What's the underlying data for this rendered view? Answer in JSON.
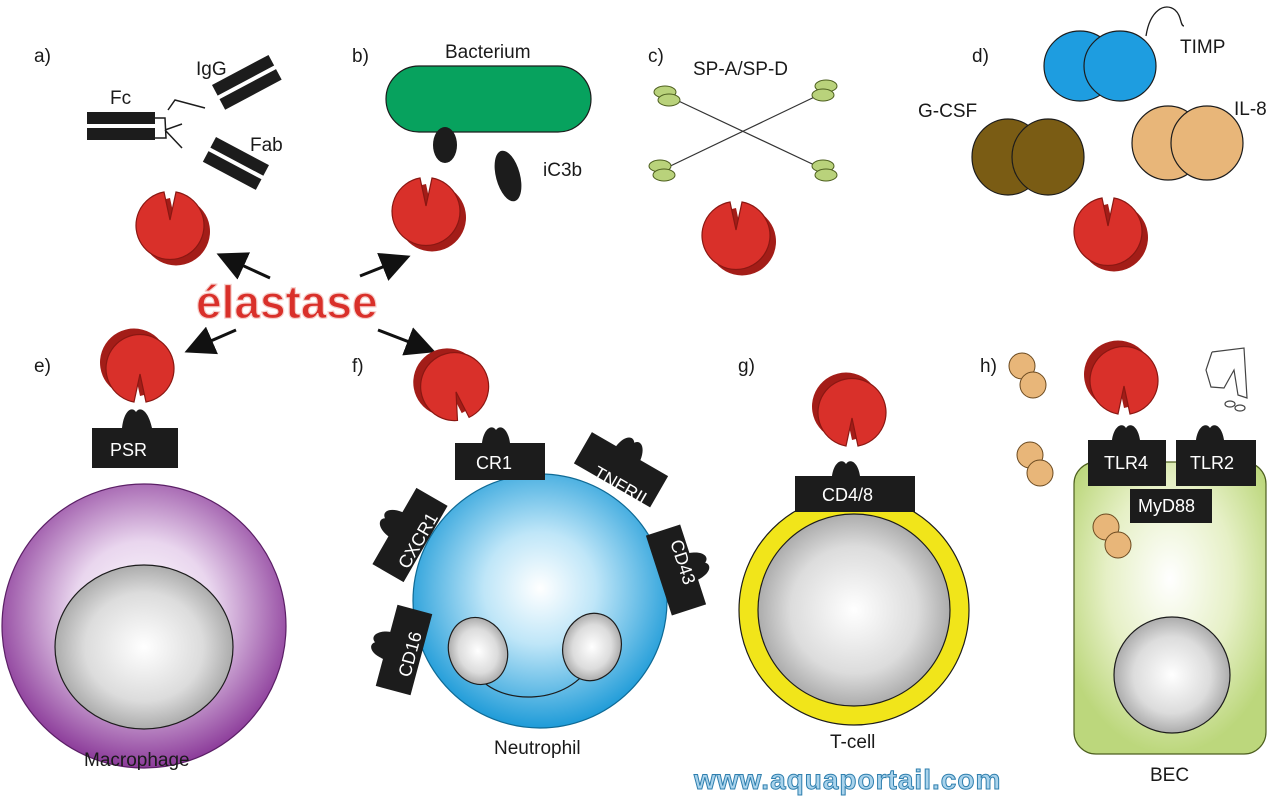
{
  "center": {
    "title": "élastase"
  },
  "panels": {
    "a": {
      "letter": "a)",
      "igg": "IgG",
      "fc": "Fc",
      "fab": "Fab"
    },
    "b": {
      "letter": "b)",
      "bacterium": "Bacterium",
      "ic3b": "iC3b"
    },
    "c": {
      "letter": "c)",
      "sp": "SP-A/SP-D"
    },
    "d": {
      "letter": "d)",
      "timp": "TIMP",
      "gcsf": "G-CSF",
      "il8": "IL-8"
    },
    "e": {
      "letter": "e)",
      "receptor": "PSR",
      "cell": "Macrophage"
    },
    "f": {
      "letter": "f)",
      "cr1": "CR1",
      "tnfrii": "TNFRII",
      "cxcr1": "CXCR1",
      "cd43": "CD43",
      "cd16": "CD16",
      "cell": "Neutrophil"
    },
    "g": {
      "letter": "g)",
      "receptor": "CD4/8",
      "cell": "T-cell"
    },
    "h": {
      "letter": "h)",
      "tlr4": "TLR4",
      "tlr2": "TLR2",
      "myd88": "MyD88",
      "cell": "BEC"
    }
  },
  "watermark": "www.aquaportail.com",
  "colors": {
    "elastase": "#d9302a",
    "elastase_dark": "#a31d18",
    "receptor": "#1c1c1c",
    "bacterium": "#07a25e",
    "timp": "#1e9de0",
    "gcsf": "#7a5c14",
    "il8": "#e8b679",
    "surfactant": "#b9d27b",
    "macrophage": "#8b3a99",
    "neutrophil": "#27a7df",
    "tcell_ring": "#f1e51a",
    "bec": "#c9e08b"
  }
}
